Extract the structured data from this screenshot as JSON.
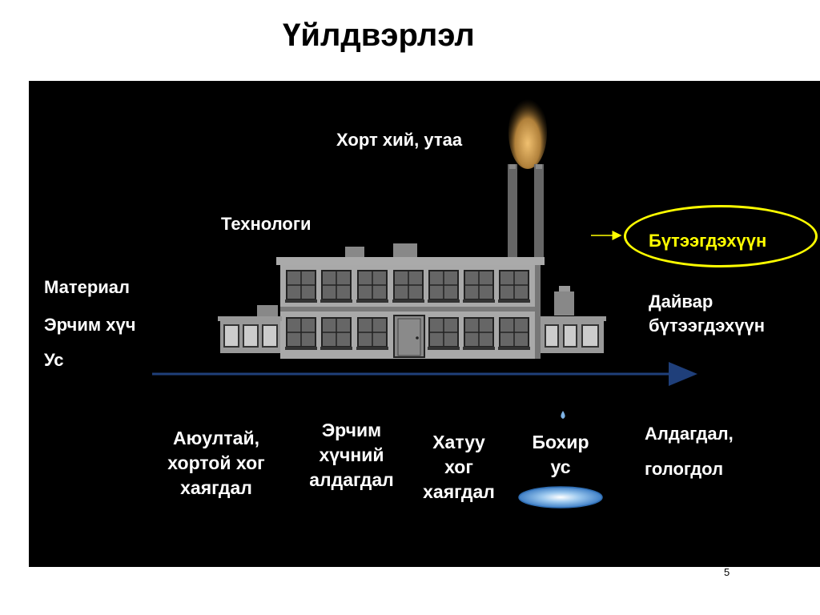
{
  "slide": {
    "title": "Үйлдвэрлэл",
    "page_number": "5"
  },
  "labels": {
    "emissions": "Хорт хий, утаа",
    "technology": "Технологи",
    "inputs": [
      "Материал",
      "Эрчим хүч",
      "Ус"
    ],
    "product": "Бүтээгдэхүүн",
    "by_product": [
      "Дайвар",
      "бүтээгдэхүүн"
    ],
    "outputs": [
      [
        "Аюултай,",
        "хортой хог",
        "хаягдал"
      ],
      [
        "Эрчим",
        "хүчний",
        "алдагдал"
      ],
      [
        "Хатуу",
        "хог",
        "хаягдал"
      ],
      [
        "Бохир",
        "ус"
      ]
    ],
    "losses": [
      "Алдагдал,",
      "гологдол"
    ]
  },
  "colors": {
    "background": "#000000",
    "text": "#ffffff",
    "product_highlight": "#ffff00",
    "flow_arrow": "#1f3f7a",
    "smoke": "#b0803a"
  },
  "icons": [
    "factory-icon",
    "smoke-plume-icon",
    "water-drop-icon",
    "water-puddle-icon",
    "arrow-icon"
  ]
}
